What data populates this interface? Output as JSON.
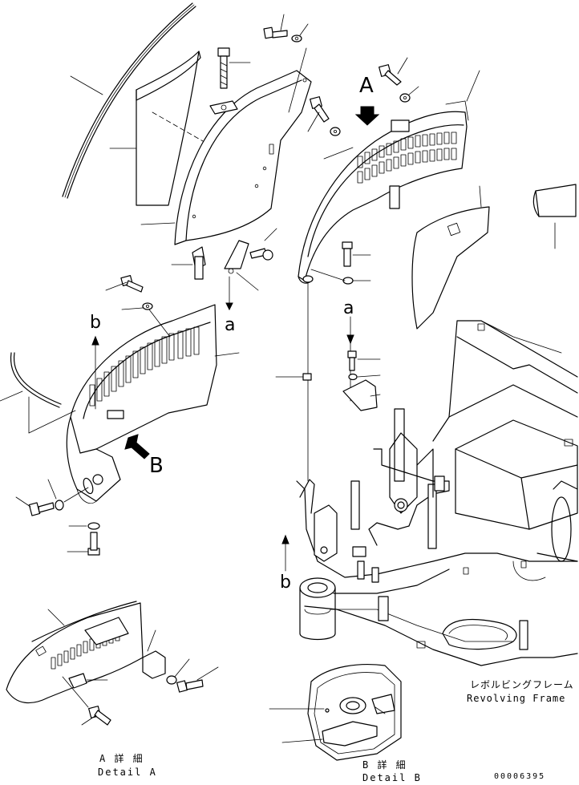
{
  "diagram": {
    "view_labels": {
      "A": "A",
      "B": "B",
      "a_upper": "a",
      "a_lower": "a",
      "b_upper": "b",
      "b_lower": "b"
    },
    "detail_a": {
      "japanese": "A 詳 細",
      "english": "Detail A"
    },
    "detail_b": {
      "japanese": "B 詳 細",
      "english": "Detail B"
    },
    "frame_label": {
      "japanese": "レボルビングフレーム",
      "english": "Revolving Frame"
    },
    "drawing_number": "00006395"
  }
}
